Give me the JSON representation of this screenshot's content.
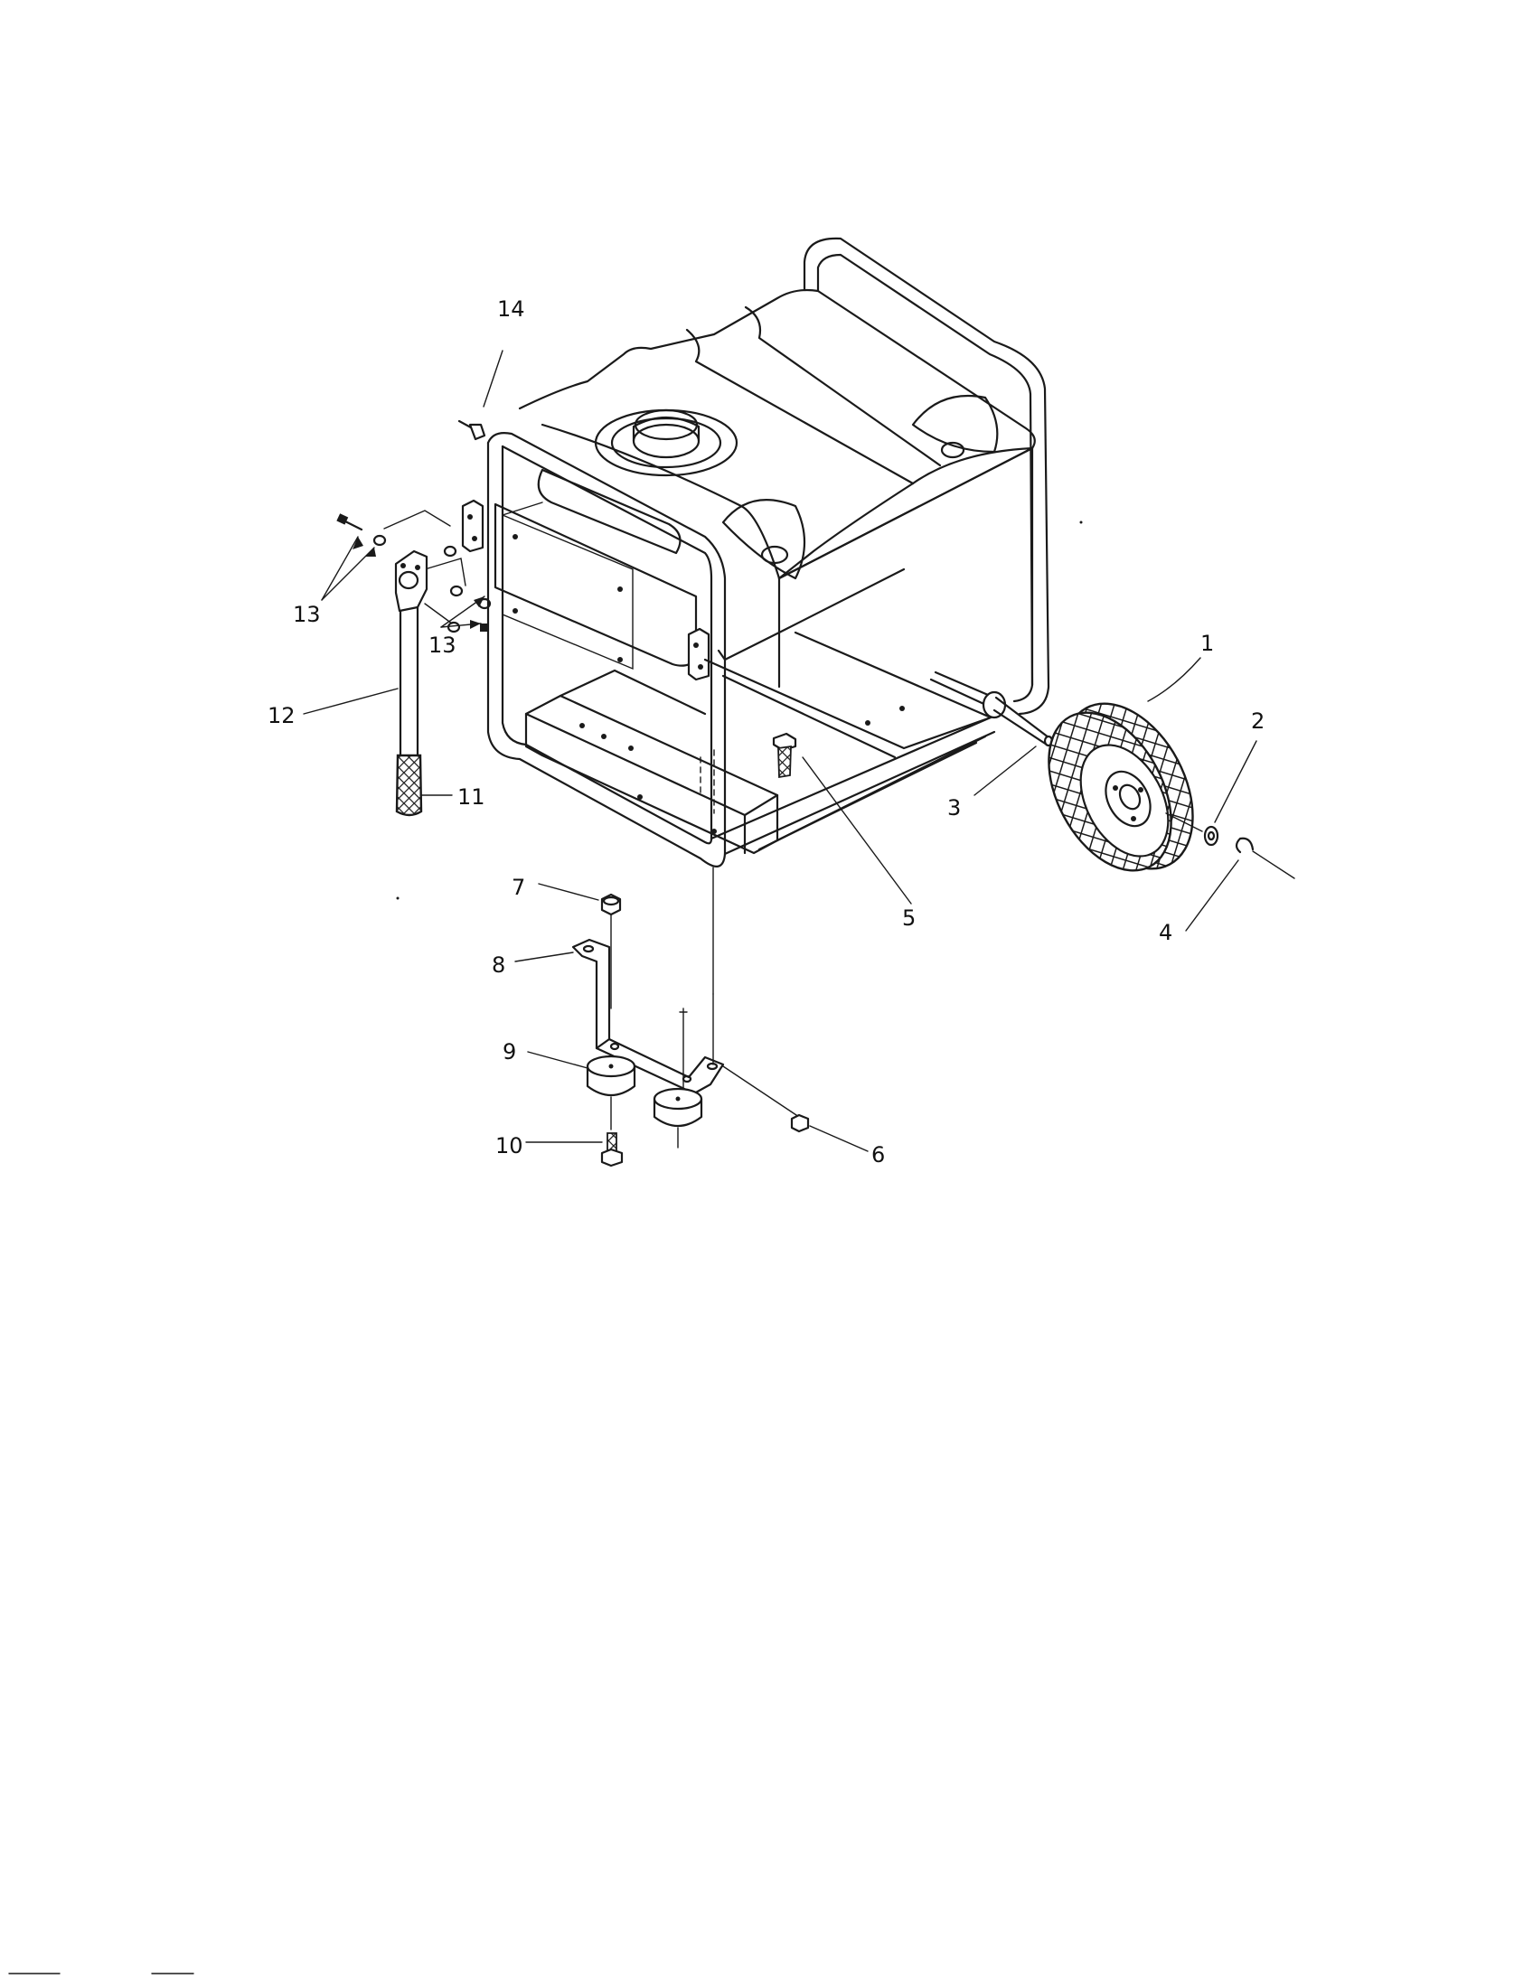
{
  "callouts": {
    "c1": "1",
    "c2": "2",
    "c3": "3",
    "c4": "4",
    "c5": "5",
    "c6": "6",
    "c7": "7",
    "c8": "8",
    "c9": "9",
    "c10": "10",
    "c11": "11",
    "c12": "12",
    "c13a": "13",
    "c13b": "13",
    "c14": "14"
  },
  "colors": {
    "ink": "#1a1a1a",
    "paper": "#ffffff"
  }
}
